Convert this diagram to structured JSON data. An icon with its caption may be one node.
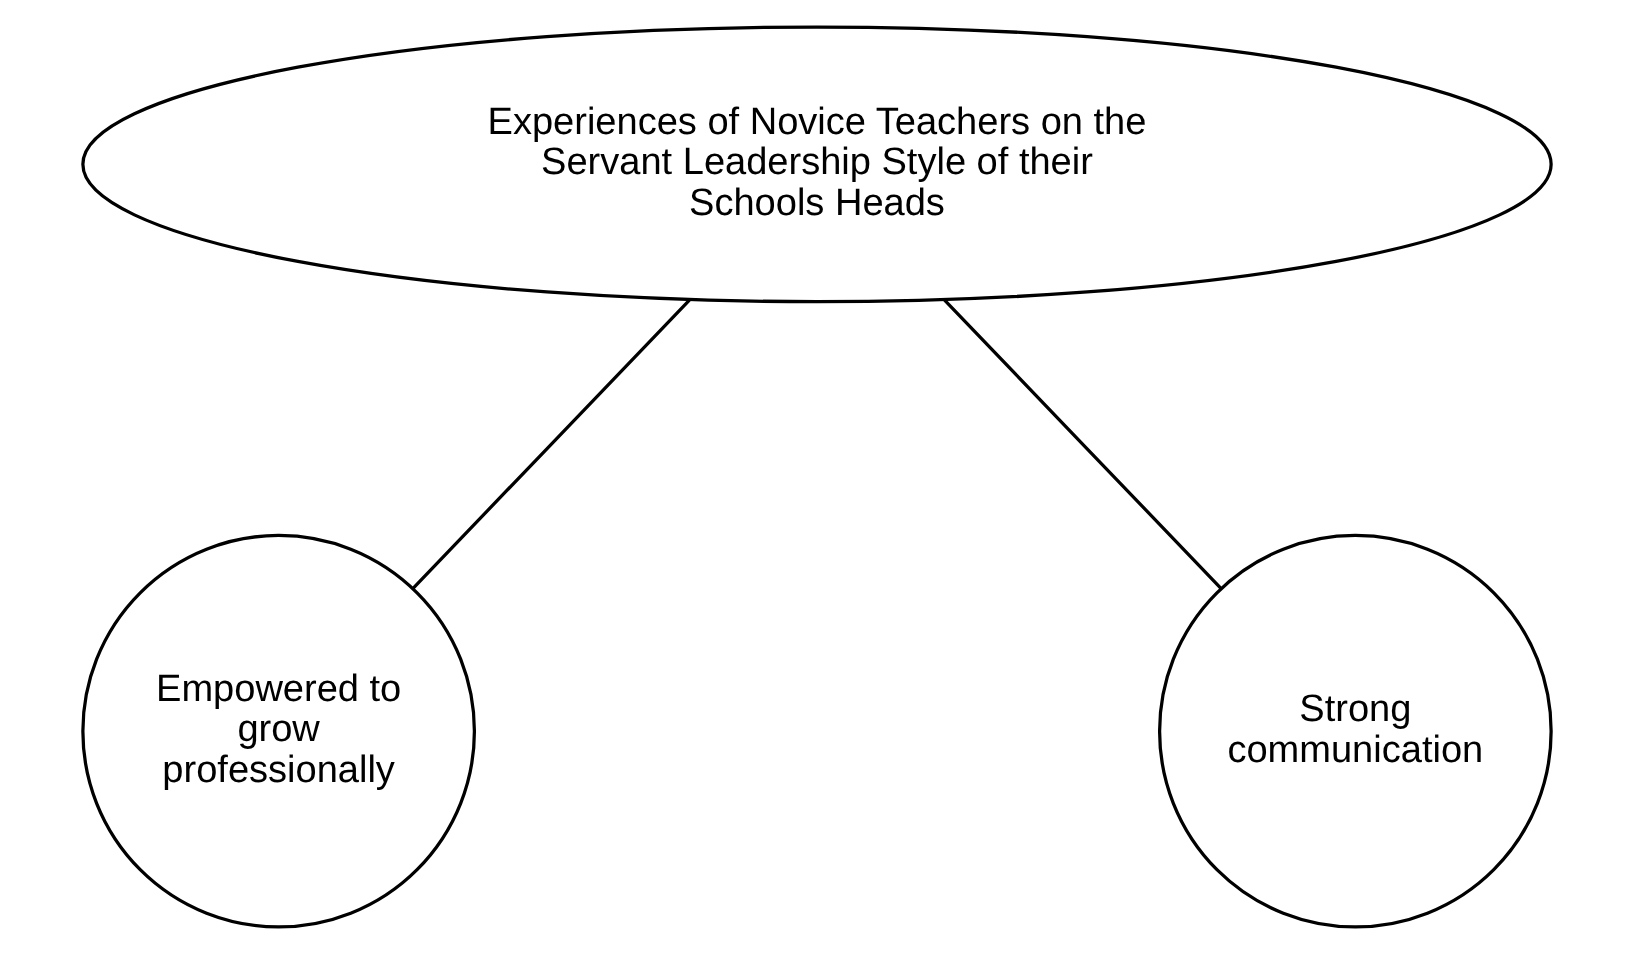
{
  "diagram": {
    "nodes": [
      {
        "text": [
          "Experiences of Novice Teachers on the Servant Leadership Style of their Schools Heads"
        ]
      },
      {
        "text": [
          "Empowered to grow professionally"
        ]
      },
      {
        "text": [
          "Strong communication"
        ]
      }
    ],
    "edges": [
      {
        "from": 0,
        "to": 1,
        "arrow": "none"
      },
      {
        "from": 0,
        "to": 2,
        "arrow": "none"
      }
    ]
  }
}
